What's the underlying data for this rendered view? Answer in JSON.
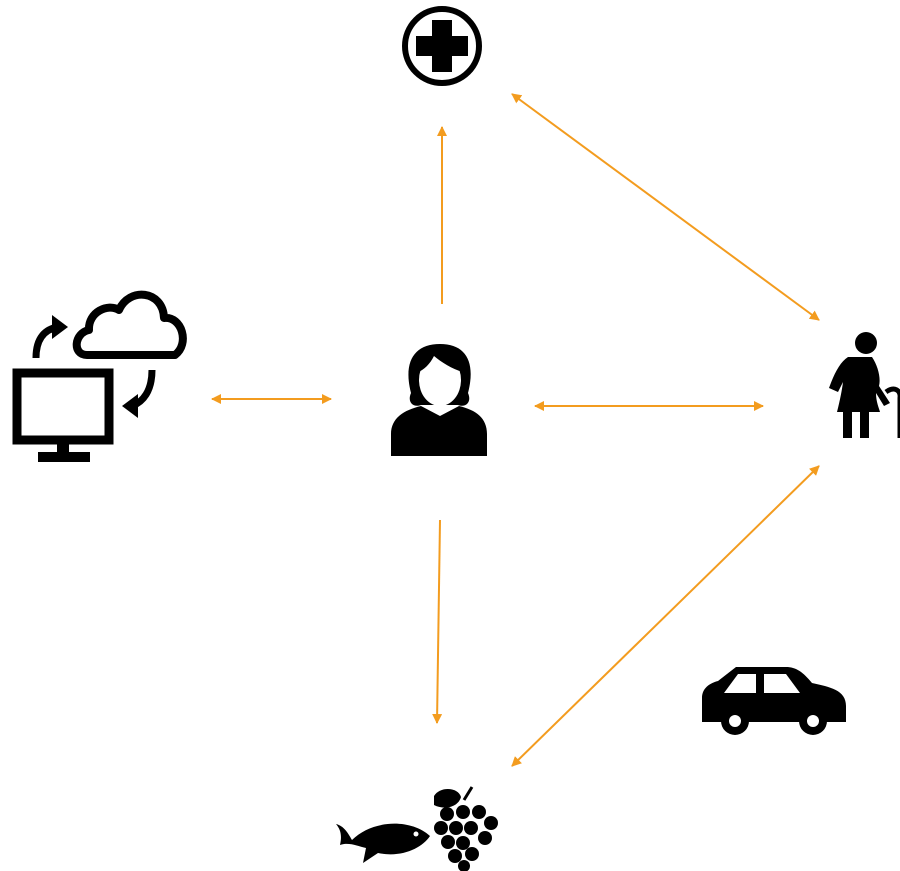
{
  "colors": {
    "arrow": "#F39C1F",
    "icon": "#000000",
    "background": "#FFFFFF"
  },
  "nodes": [
    {
      "id": "medical",
      "icon": "medical-cross-icon"
    },
    {
      "id": "computer-cloud",
      "icon": "computer-cloud-sync-icon"
    },
    {
      "id": "person",
      "icon": "woman-person-icon"
    },
    {
      "id": "elderly",
      "icon": "elderly-person-with-cane-icon"
    },
    {
      "id": "food",
      "icon": "fish-and-grapes-icon"
    },
    {
      "id": "car",
      "icon": "car-icon"
    }
  ],
  "edges": [
    {
      "from": "person",
      "to": "medical",
      "direction": "forward"
    },
    {
      "from": "medical",
      "to": "elderly",
      "direction": "both"
    },
    {
      "from": "computer-cloud",
      "to": "person",
      "direction": "both"
    },
    {
      "from": "person",
      "to": "elderly",
      "direction": "both"
    },
    {
      "from": "person",
      "to": "food",
      "direction": "forward"
    },
    {
      "from": "food",
      "to": "elderly",
      "direction": "both"
    }
  ]
}
